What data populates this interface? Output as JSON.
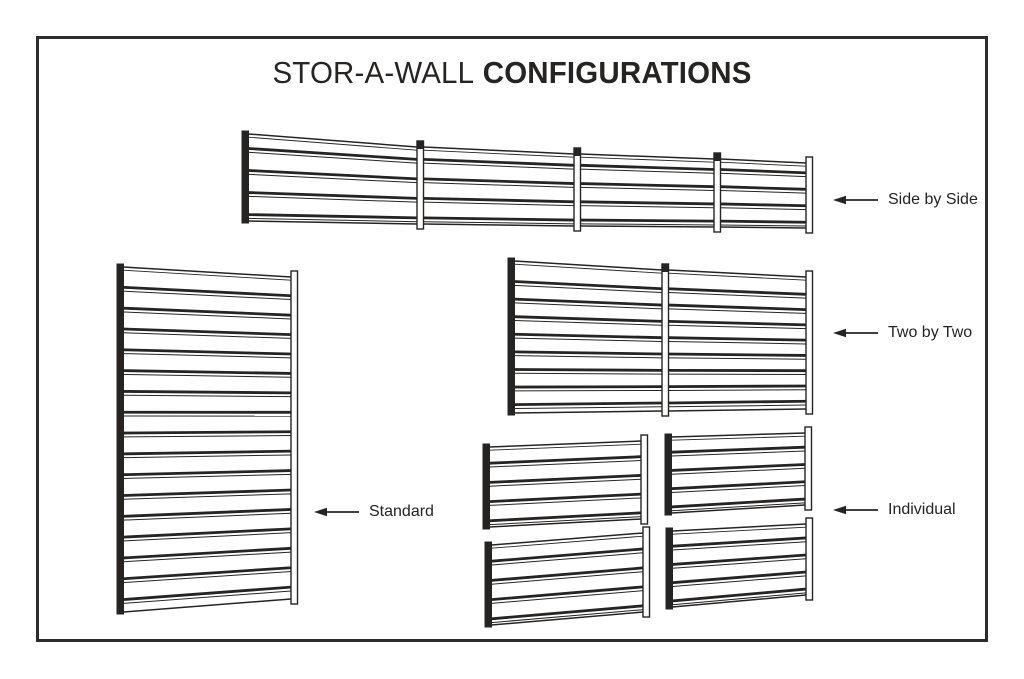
{
  "title": {
    "product": "STOR-A-WALL",
    "word": "CONFIGURATIONS"
  },
  "colors": {
    "line": "#262423",
    "background": "#ffffff"
  },
  "configurations": [
    {
      "id": "side-by-side",
      "label": "Side by Side",
      "panels": 4,
      "slats_per_panel": 4
    },
    {
      "id": "two-by-two",
      "label": "Two by Two",
      "panels": 2,
      "slats_per_panel": 8
    },
    {
      "id": "standard",
      "label": "Standard",
      "panels": 1,
      "slats_per_panel": 16
    },
    {
      "id": "individual",
      "label": "Individual",
      "panels": 4,
      "slats_per_panel": 4
    }
  ]
}
